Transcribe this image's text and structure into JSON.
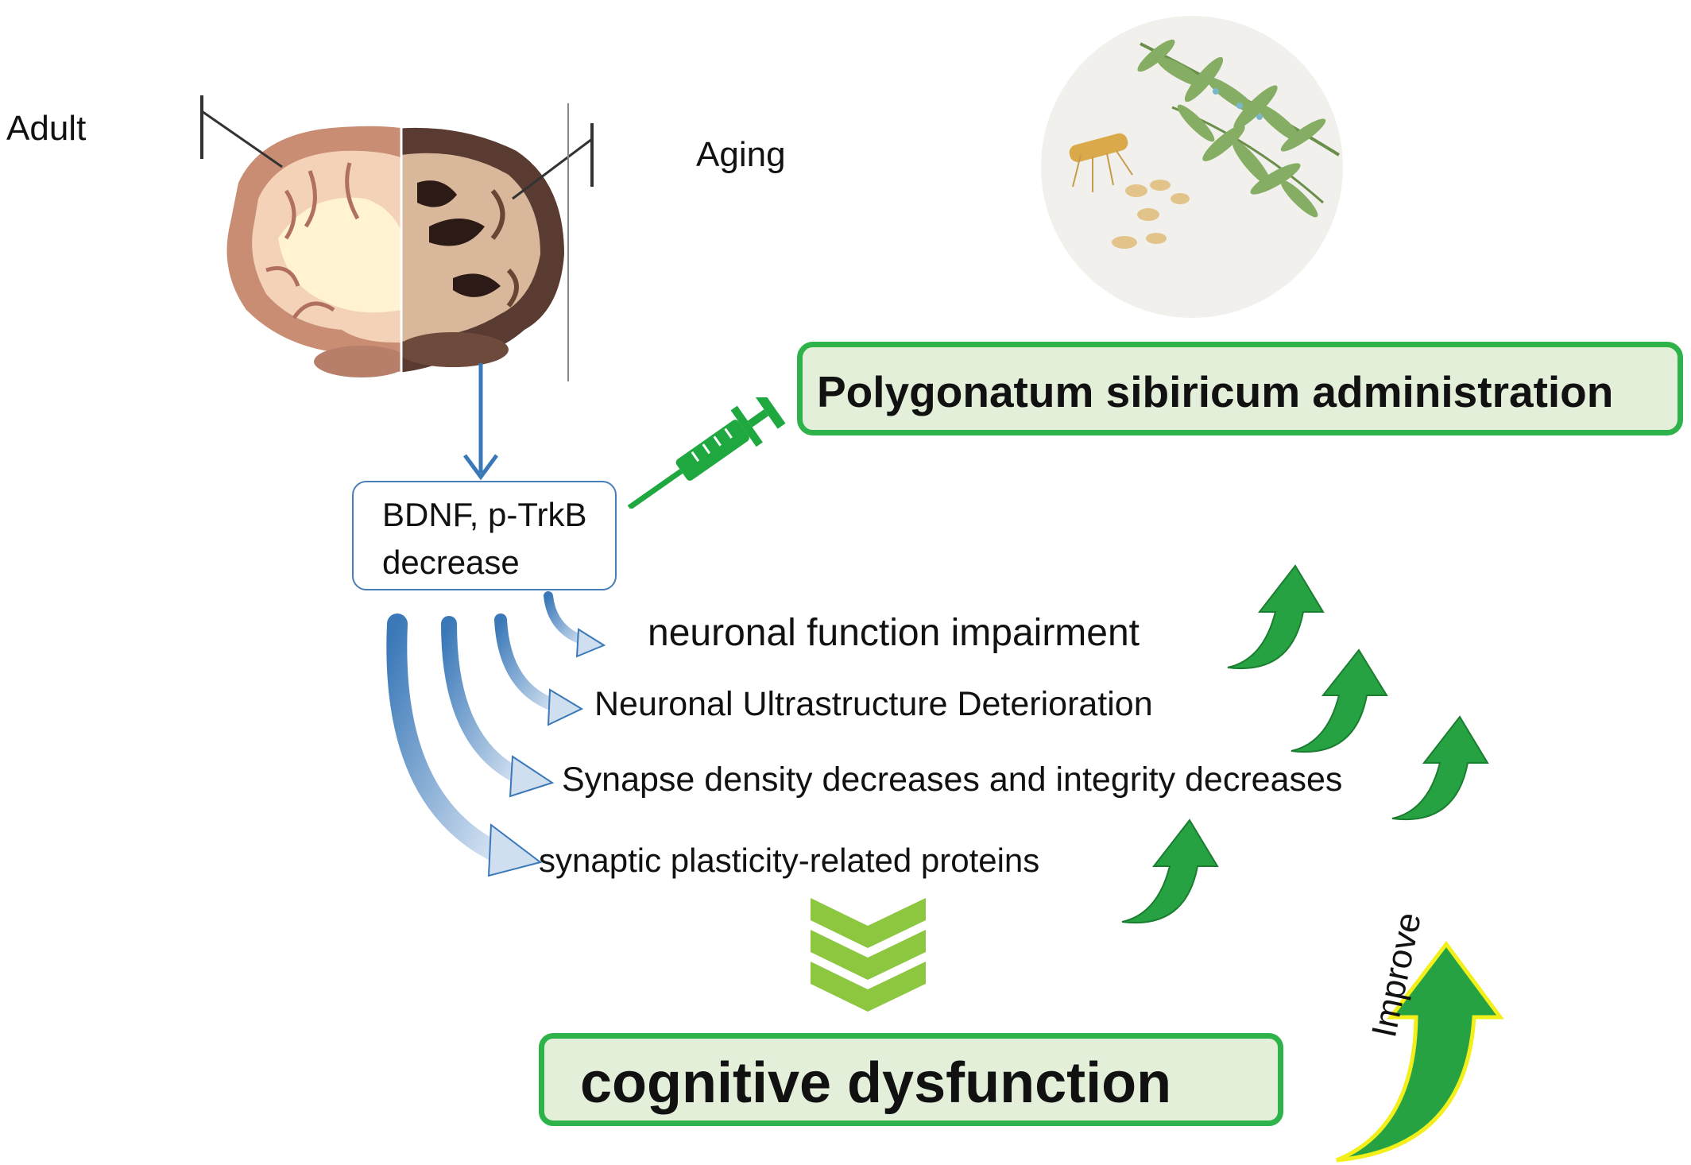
{
  "labels": {
    "adult": "Adult",
    "aging": "Aging",
    "bdnf_line1": "BDNF, p-TrkB",
    "bdnf_line2": "decrease",
    "admin": "Polygonatum sibiricum administration",
    "effect1": "neuronal function impairment",
    "effect2": "Neuronal Ultrastructure Deterioration",
    "effect3": "Synapse density decreases and integrity decreases",
    "effect4": "synaptic plasticity-related proteins",
    "outcome": "cognitive dysfunction",
    "improve": "Improve"
  },
  "colors": {
    "green_border": "#2db34a",
    "green_fill": "#e3efd9",
    "green_arrow": "#27a243",
    "chevron": "#8dc63f",
    "blue_arrow": "#3a78b8",
    "blue_border": "#4a7fb5",
    "syringe": "#1fa83f",
    "improve_outline": "#f2ef1a"
  },
  "icons": {
    "brain": "brain-section-illustration",
    "plant": "polygonatum-plant-illustration",
    "syringe": "syringe-icon"
  }
}
